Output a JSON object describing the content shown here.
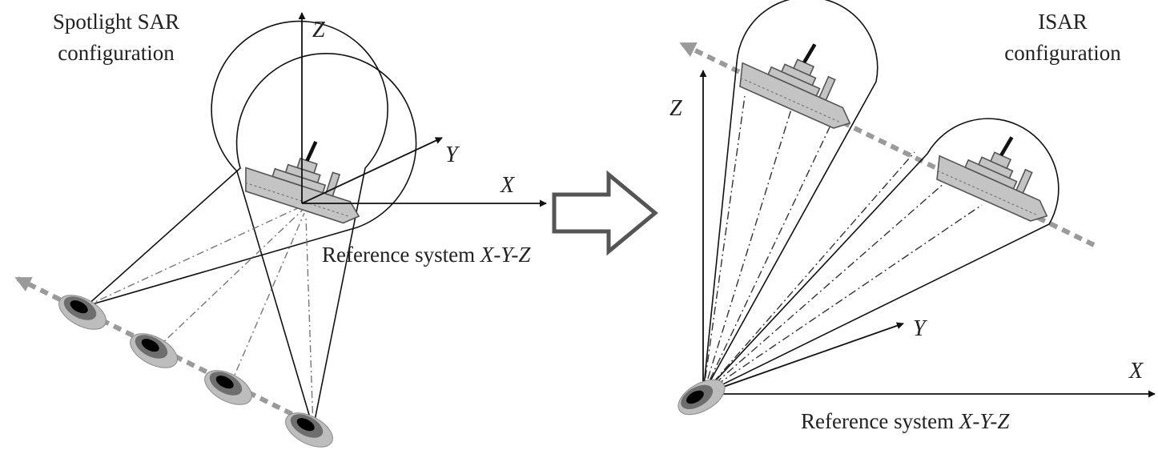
{
  "left_panel": {
    "title_line1": "Spotlight SAR",
    "title_line2": "configuration",
    "axis_z": "Z",
    "axis_y": "Y",
    "axis_x": "X",
    "reference_text": "Reference system ",
    "reference_axes": "X-Y-Z"
  },
  "right_panel": {
    "title_line1": "ISAR",
    "title_line2": "configuration",
    "axis_z": "Z",
    "axis_y": "Y",
    "axis_x": "X",
    "reference_text": "Reference system ",
    "reference_axes": "X-Y-Z"
  },
  "colors": {
    "line": "#111111",
    "ship_fill": "#c4c4c4",
    "ship_stroke": "#555555",
    "trajectory": "#9a9a9a",
    "antenna_outer": "#bdbdbd",
    "antenna_mid": "#6e6e6e",
    "antenna_core": "#000000",
    "arrow_outline": "#555555"
  }
}
